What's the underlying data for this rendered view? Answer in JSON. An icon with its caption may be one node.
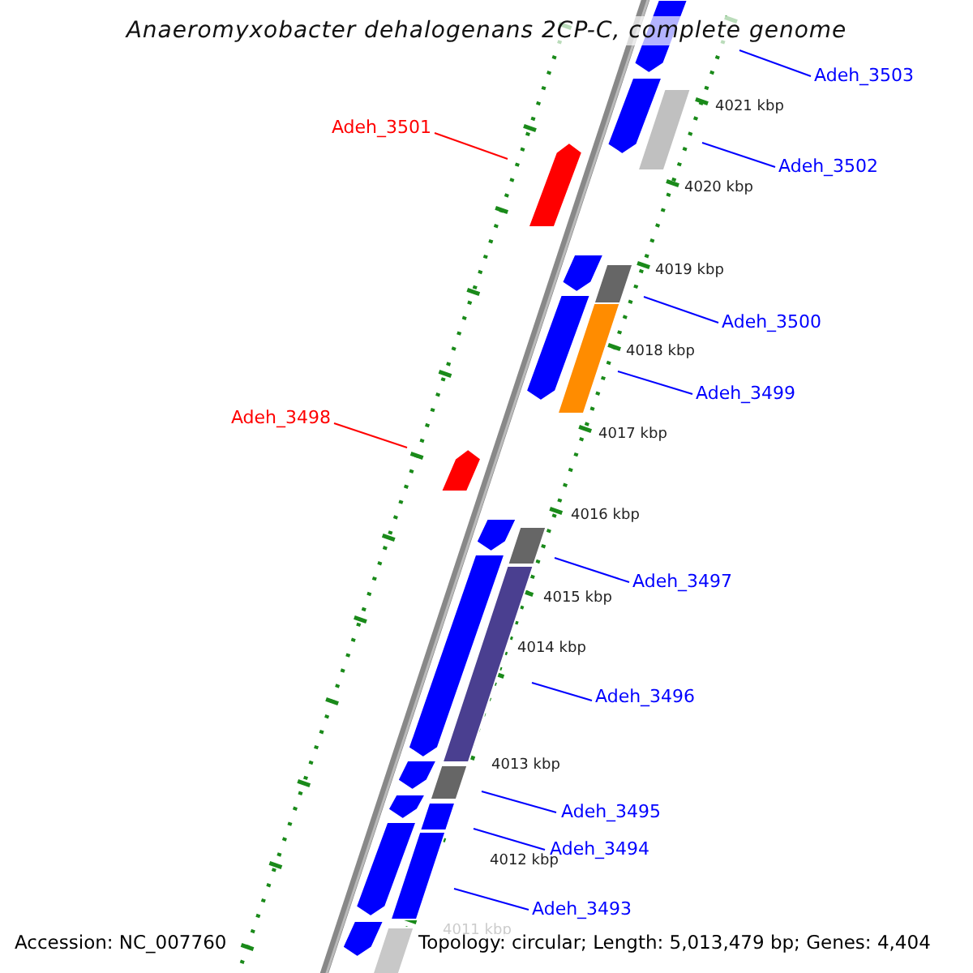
{
  "diagram": {
    "title": "Anaeromyxobacter dehalogenans 2CP-C, complete genome",
    "nodes": [
      {
        "text": [
          "Adeh_3503"
        ]
      },
      {
        "text": [
          "Adeh_3501"
        ]
      },
      {
        "text": [
          "Adeh_3502"
        ]
      },
      {
        "text": [
          "Adeh_3500"
        ]
      },
      {
        "text": [
          "Adeh_3499"
        ]
      },
      {
        "text": [
          "Adeh_3498"
        ]
      },
      {
        "text": [
          "Adeh_3497"
        ]
      },
      {
        "text": [
          "Adeh_3496"
        ]
      },
      {
        "text": [
          "Adeh_3495"
        ]
      },
      {
        "text": [
          "Adeh_3494"
        ]
      },
      {
        "text": [
          "Adeh_3493"
        ]
      }
    ],
    "edges": [
      {
        "from": 0,
        "to": null,
        "arrow": "none"
      },
      {
        "from": 1,
        "to": null,
        "arrow": "none",
        "color": "#ff0000"
      },
      {
        "from": 2,
        "to": null,
        "arrow": "none"
      },
      {
        "from": 3,
        "to": null,
        "arrow": "none"
      },
      {
        "from": 4,
        "to": null,
        "arrow": "none"
      },
      {
        "from": 5,
        "to": null,
        "arrow": "none",
        "color": "#ff0000"
      },
      {
        "from": 6,
        "to": null,
        "arrow": "none"
      },
      {
        "from": 7,
        "to": null,
        "arrow": "none"
      },
      {
        "from": 8,
        "to": null,
        "arrow": "none"
      },
      {
        "from": 9,
        "to": null,
        "arrow": "none"
      },
      {
        "from": 10,
        "to": null,
        "arrow": "none"
      }
    ],
    "labels": [
      "4021 kbp",
      "4020 kbp",
      "4019 kbp",
      "4018 kbp",
      "4017 kbp",
      "4016 kbp",
      "4015 kbp",
      "4014 kbp",
      "4013 kbp",
      "4012 kbp",
      "4011 kbp",
      "Accession: NC_007760",
      "Topology: circular; Length: 5,013,479 bp; Genes: 4,404"
    ]
  }
}
